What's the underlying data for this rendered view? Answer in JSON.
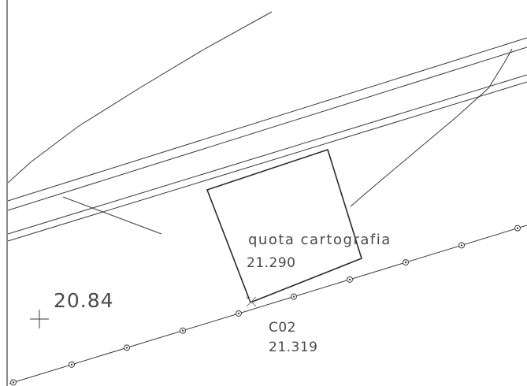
{
  "drawing": {
    "spot_elevation": "20.84",
    "survey_label": "quota cartografia",
    "survey_value": "21.290",
    "point_code": "C02",
    "point_value": "21.319"
  },
  "colors": {
    "background": "#ffffff",
    "linework": "#3a3a3a",
    "text": "#4a4a4a",
    "frame": "#8a8a8a"
  },
  "icons": [
    "crosshair-icon",
    "survey-point-icon"
  ]
}
